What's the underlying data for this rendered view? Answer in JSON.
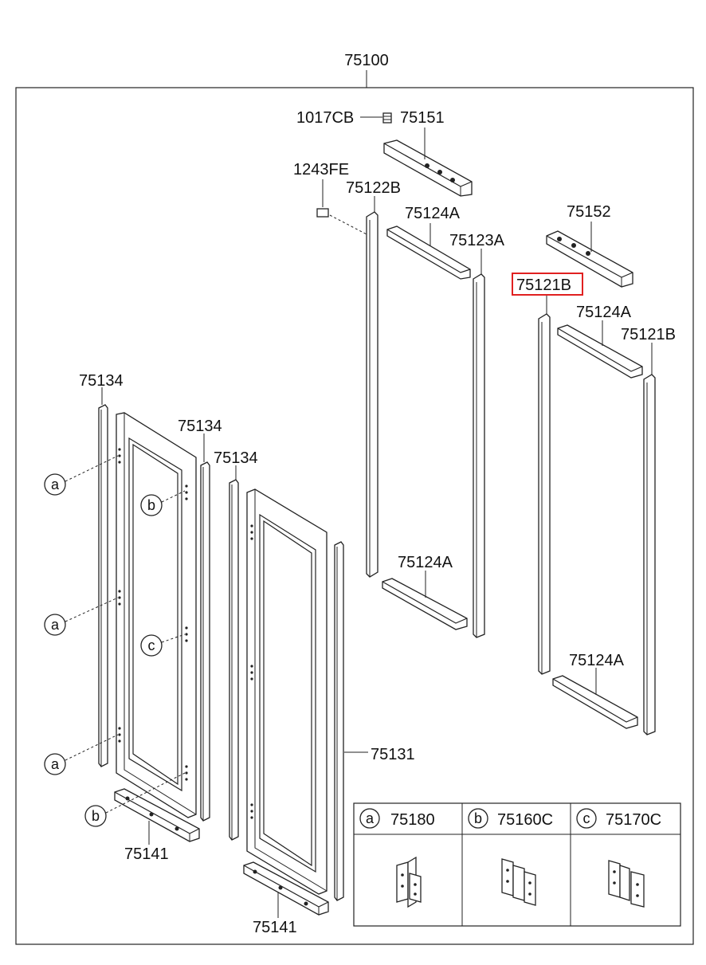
{
  "diagram": {
    "assembly_number": "75100",
    "highlighted_label": "75121B",
    "highlight_color": "#e02020",
    "line_color": "#222222",
    "part_labels": {
      "p1017CB": "1017CB",
      "p75151": "75151",
      "p1243FE": "1243FE",
      "p75122B": "75122B",
      "p75124A_top": "75124A",
      "p75123A": "75123A",
      "p75152": "75152",
      "p75121B_left": "75121B",
      "p75124A_right_top": "75124A",
      "p75121B_right": "75121B",
      "p75134_a": "75134",
      "p75134_b": "75134",
      "p75134_c": "75134",
      "p75124A_mid": "75124A",
      "p75124A_right_bottom": "75124A",
      "p75131": "75131",
      "p75141_left": "75141",
      "p75141_right": "75141"
    },
    "callouts": {
      "a1": "a",
      "a2": "a",
      "a3": "a",
      "b1": "b",
      "b2": "b",
      "c1": "c"
    },
    "hinge_legend": [
      {
        "key": "a",
        "part": "75180",
        "icon": "hinge-a-icon"
      },
      {
        "key": "b",
        "part": "75160C",
        "icon": "hinge-b-icon"
      },
      {
        "key": "c",
        "part": "75170C",
        "icon": "hinge-c-icon"
      }
    ]
  }
}
